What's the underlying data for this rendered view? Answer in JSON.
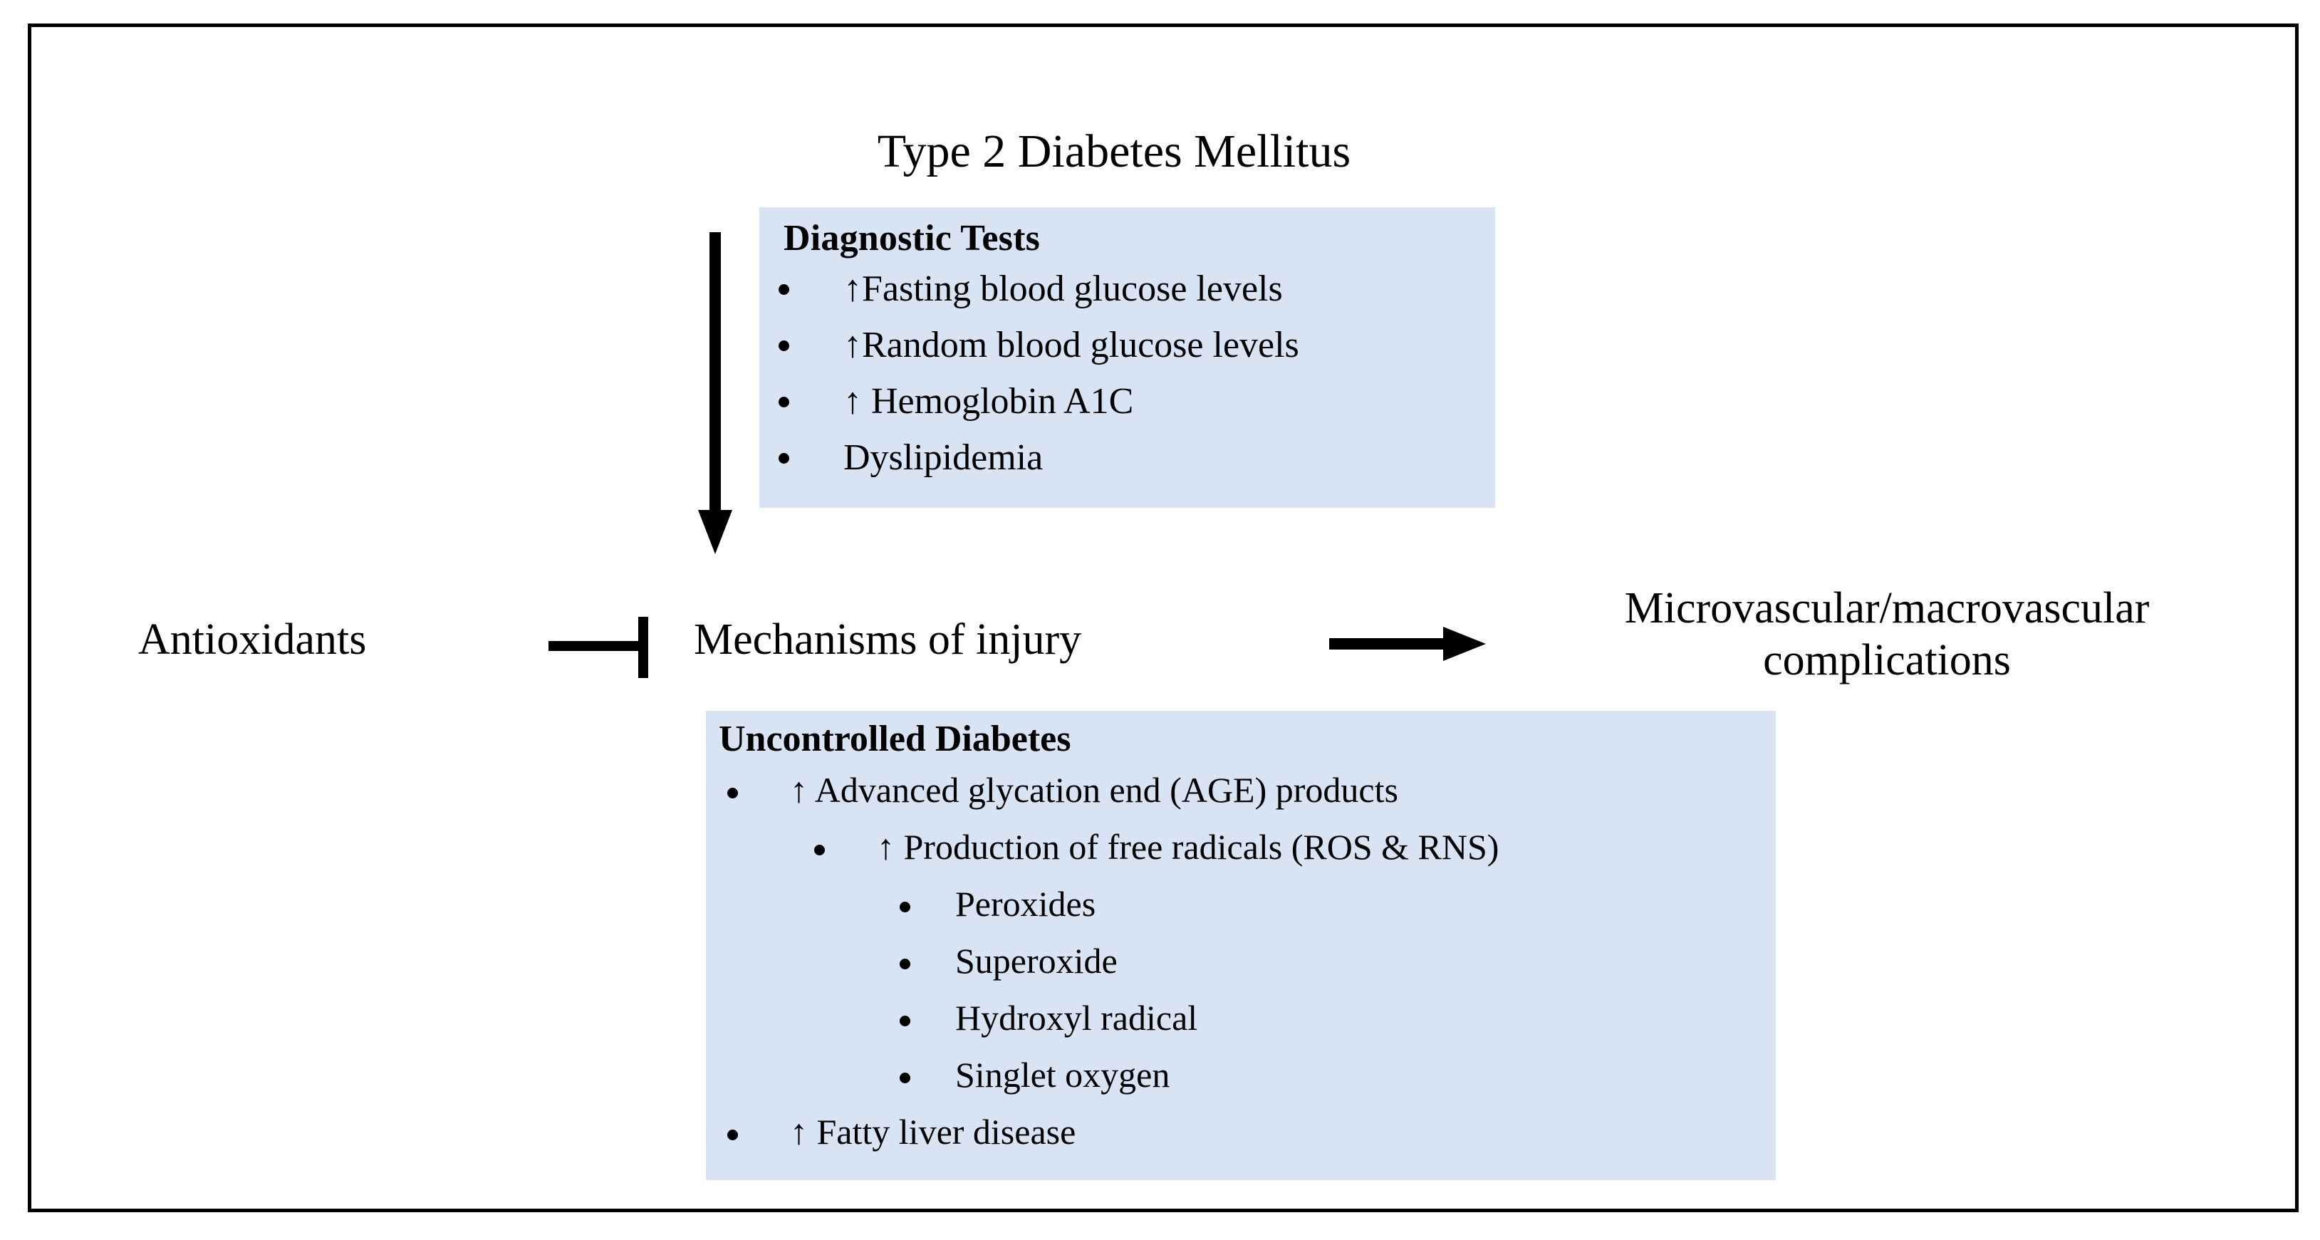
{
  "diagram": {
    "title": "Type 2 Diabetes Mellitus",
    "box_fill_color": "#d8e3f3",
    "line_color": "#000000",
    "border_color": "#000000",
    "nodes": {
      "antioxidants": "Antioxidants",
      "mechanisms": "Mechanisms of injury",
      "complications_line1": "Microvascular/macrovascular",
      "complications_line2": "complications"
    },
    "edges": {
      "vertical_arrow": "arrow-down",
      "inhibition": "inhibition-t-bar",
      "horizontal_arrow": "arrow-right"
    },
    "diagnostic_box": {
      "title": "Diagnostic Tests",
      "items": [
        "↑Fasting blood glucose levels",
        "↑Random blood glucose levels",
        "↑ Hemoglobin A1C",
        " Dyslipidemia"
      ]
    },
    "uncontrolled_box": {
      "title": "Uncontrolled Diabetes",
      "items": [
        {
          "level": 1,
          "text": "↑ Advanced glycation end (AGE) products"
        },
        {
          "level": 2,
          "text": "↑ Production of free radicals (ROS & RNS)"
        },
        {
          "level": 3,
          "text": "Peroxides"
        },
        {
          "level": 3,
          "text": "Superoxide"
        },
        {
          "level": 3,
          "text": "Hydroxyl radical"
        },
        {
          "level": 3,
          "text": "Singlet oxygen"
        },
        {
          "level": 1,
          "text": "↑ Fatty liver disease"
        }
      ]
    }
  }
}
